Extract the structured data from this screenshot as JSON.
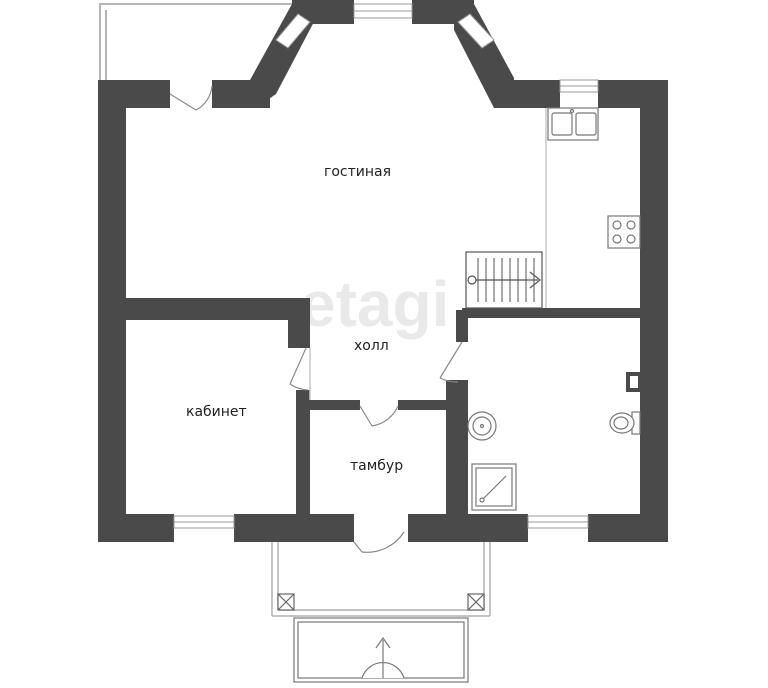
{
  "rooms": {
    "living": "гостиная",
    "hall": "холл",
    "study": "кабинет",
    "vestibule": "тамбур"
  },
  "watermark": "etagi",
  "colors": {
    "wall": "#4a4a4a",
    "thin_line": "#b5b5b5",
    "fixture": "#777777",
    "background": "#ffffff"
  }
}
